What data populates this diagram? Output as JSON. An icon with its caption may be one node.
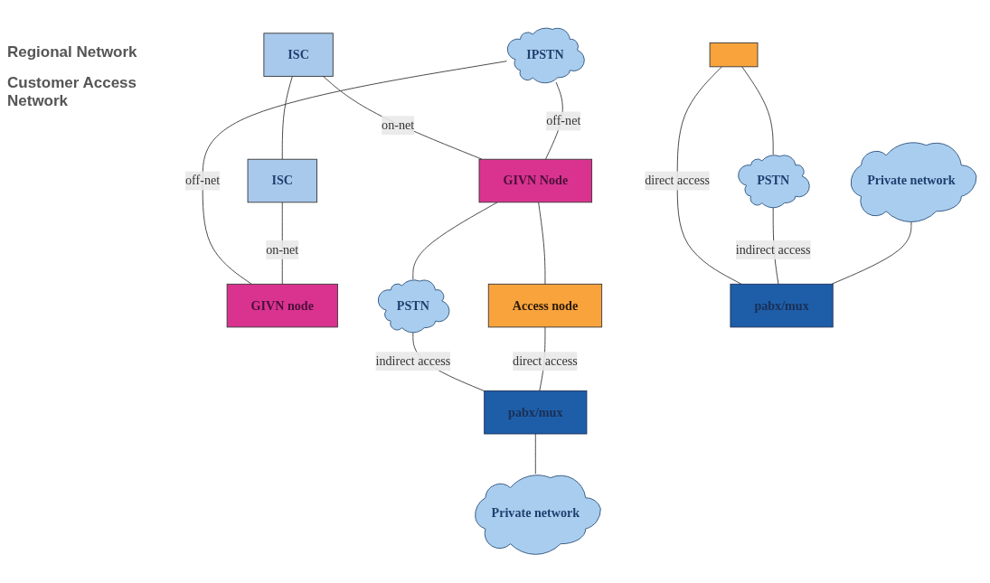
{
  "diagram": {
    "nodes": [
      {
        "text": [
          "ISC"
        ]
      },
      {
        "text": [
          "IPSTN"
        ]
      },
      {
        "text": [
          "ISC"
        ]
      },
      {
        "text": [
          "GIVN Node"
        ]
      },
      {
        "text": [
          "GIVN node"
        ]
      },
      {
        "text": [],
        "shape": "box"
      },
      {
        "text": [
          "PSTN"
        ]
      },
      {
        "text": [
          "Access node"
        ]
      },
      {
        "text": [
          "PSTN"
        ]
      },
      {
        "text": [
          "pabx/mux"
        ]
      },
      {
        "text": [
          "Private network"
        ]
      },
      {
        "text": [
          "Private network"
        ]
      },
      {
        "text": [
          "pabx/mux"
        ]
      }
    ],
    "edges": [
      {
        "from": 0,
        "to": 2,
        "arrow": "none"
      },
      {
        "from": 0,
        "to": 3,
        "arrow": "none",
        "label": "on-net"
      },
      {
        "from": 1,
        "to": 3,
        "arrow": "none",
        "label": "off-net"
      },
      {
        "from": 1,
        "to": 4,
        "arrow": "none",
        "label": "off-net"
      },
      {
        "from": 2,
        "to": 4,
        "arrow": "none",
        "label": "on-net"
      },
      {
        "from": 3,
        "to": 6,
        "arrow": "none"
      },
      {
        "from": 3,
        "to": 7,
        "arrow": "none"
      },
      {
        "from": 5,
        "to": 8,
        "arrow": "none"
      },
      {
        "from": 6,
        "to": 9,
        "arrow": "none",
        "label": "indirect access"
      },
      {
        "from": 7,
        "to": 9,
        "arrow": "none",
        "label": "direct access"
      },
      {
        "from": 5,
        "to": 12,
        "arrow": "none",
        "label": "direct access"
      },
      {
        "from": 8,
        "to": 12,
        "arrow": "none",
        "label": "indirect access"
      },
      {
        "from": 9,
        "to": 10,
        "arrow": "none"
      },
      {
        "from": 11,
        "to": 12,
        "arrow": "none"
      }
    ],
    "labels": [
      "Regional Network",
      "Customer Access Network"
    ]
  }
}
